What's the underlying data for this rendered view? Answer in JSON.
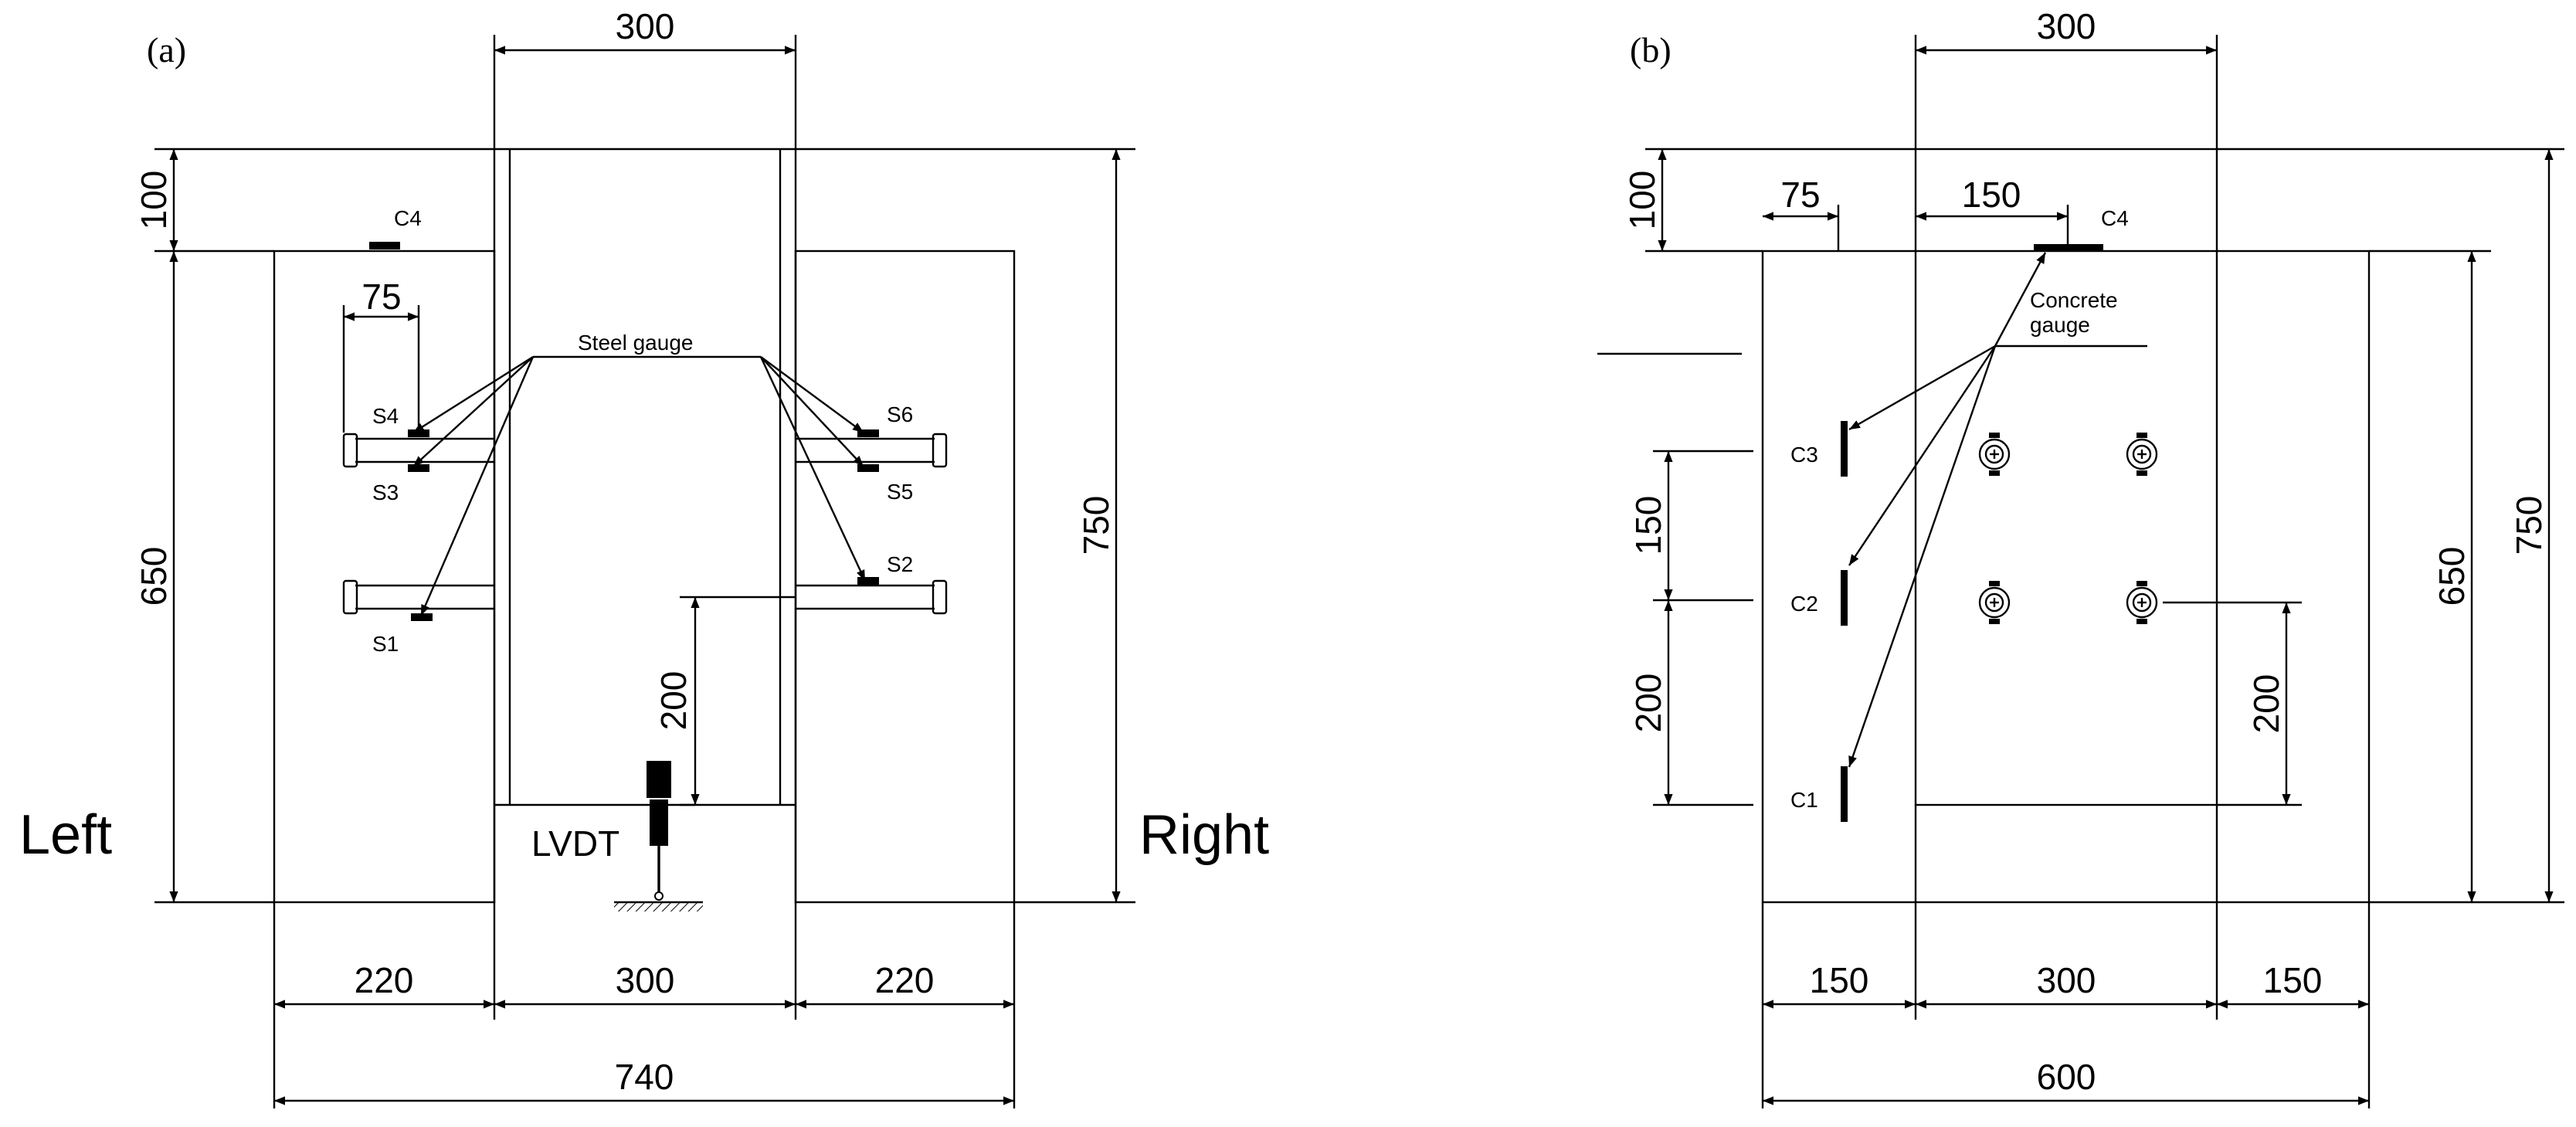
{
  "panels": {
    "a_label": "(a)",
    "b_label": "(b)"
  },
  "panel_a": {
    "dims": {
      "top_width": "300",
      "top_offset": "100",
      "left_height": "650",
      "right_height": "750",
      "gauge_spacing": "75",
      "lvdt_height": "200",
      "bottom_left": "220",
      "bottom_mid": "300",
      "bottom_right": "220",
      "total_width": "740"
    },
    "labels": {
      "c4": "C4",
      "steel_gauge": "Steel gauge",
      "s1": "S1",
      "s2": "S2",
      "s3": "S3",
      "s4": "S4",
      "s5": "S5",
      "s6": "S6",
      "left": "Left",
      "right": "Right",
      "lvdt": "LVDT"
    }
  },
  "panel_b": {
    "dims": {
      "top_width": "300",
      "top_offset": "100",
      "gauge_offset_75": "75",
      "gauge_offset_150": "150",
      "spacing_150": "150",
      "spacing_200_left": "200",
      "spacing_200_right": "200",
      "height_650": "650",
      "height_750": "750",
      "bottom_left": "150",
      "bottom_mid": "300",
      "bottom_right": "150",
      "total_width": "600"
    },
    "labels": {
      "c1": "C1",
      "c2": "C2",
      "c3": "C3",
      "c4": "C4",
      "concrete_gauge_line1": "Concrete",
      "concrete_gauge_line2": "gauge"
    }
  }
}
